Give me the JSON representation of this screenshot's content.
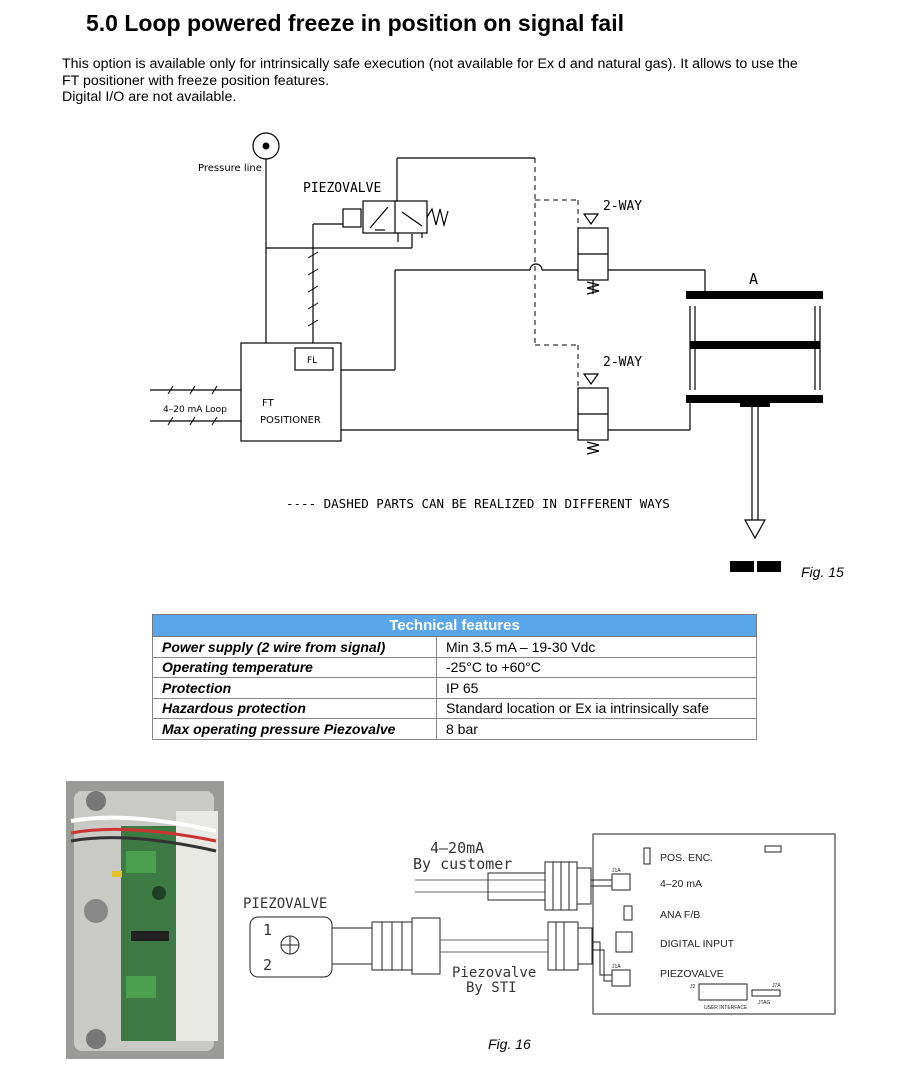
{
  "heading": "5.0 Loop powered freeze in position on signal fail",
  "intro": [
    "This option is available only for intrinsically safe execution (not available for Ex d and natural gas). It allows to use the",
    "FT positioner with freeze position features.",
    "Digital I/O are not available."
  ],
  "fig15": {
    "caption": "Fig. 15",
    "pressure_line": "Pressure line",
    "piezovalve": "PIEZOVALVE",
    "two_way_top": "2-WAY",
    "two_way_bottom": "2-WAY",
    "actuator": "A",
    "fl": "FL",
    "ft": "FT",
    "positioner": "POSITIONER",
    "loop": "4–20 mA Loop",
    "note": "---- DASHED PARTS CAN BE REALIZED IN DIFFERENT WAYS"
  },
  "tech": {
    "header": "Technical features",
    "rows": [
      {
        "k": "Power supply (2 wire from signal)",
        "v": "Min 3.5 mA – 19-30 Vdc"
      },
      {
        "k": "Operating temperature",
        "v": "-25°C to +60°C"
      },
      {
        "k": "Protection",
        "v": "IP 65"
      },
      {
        "k": "Hazardous protection",
        "v": "Standard location or Ex ia intrinsically safe"
      },
      {
        "k": "Max operating pressure Piezovalve",
        "v": "8 bar"
      }
    ]
  },
  "fig16": {
    "caption": "Fig. 16",
    "ma": "4–20mA",
    "by_customer": "By customer",
    "piezovalve": "PIEZOVALVE",
    "pin1": "1",
    "pin2": "2",
    "piezo_by": "Piezovalve",
    "by_sti": "By STI",
    "board": {
      "pos_enc": "POS. ENC.",
      "ma": "4–20 mA",
      "ana": "ANA F/B",
      "digital": "DIGITAL INPUT",
      "piezo": "PIEZOVALVE",
      "user": "USER INTERFACE",
      "jtag": "JTAG",
      "j2": "J2",
      "j1a": "J1A",
      "j7a": "J7A",
      "j1a2": "J1A"
    }
  }
}
